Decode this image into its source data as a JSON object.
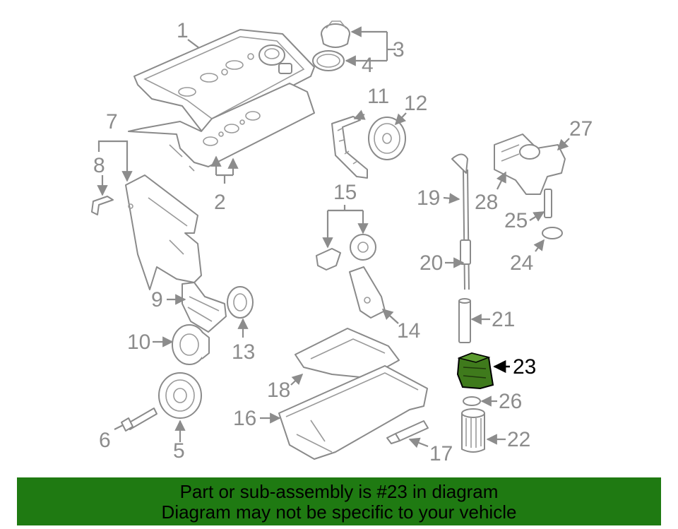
{
  "colors": {
    "highlight_part": "#3f7a1c",
    "banner_bg": "#1f7a12",
    "label_gray": "#8c8c8c",
    "line_gray": "#8a8a8a"
  },
  "callouts": [
    "1",
    "2",
    "3",
    "4",
    "5",
    "6",
    "7",
    "8",
    "9",
    "10",
    "11",
    "12",
    "13",
    "14",
    "15",
    "16",
    "17",
    "18",
    "19",
    "20",
    "21",
    "22",
    "23",
    "24",
    "25",
    "26",
    "27",
    "28"
  ],
  "highlighted_callout": "23",
  "banner": {
    "line1": "Part or sub-assembly is #23 in diagram",
    "line2": "Diagram may not be specific to your vehicle"
  }
}
